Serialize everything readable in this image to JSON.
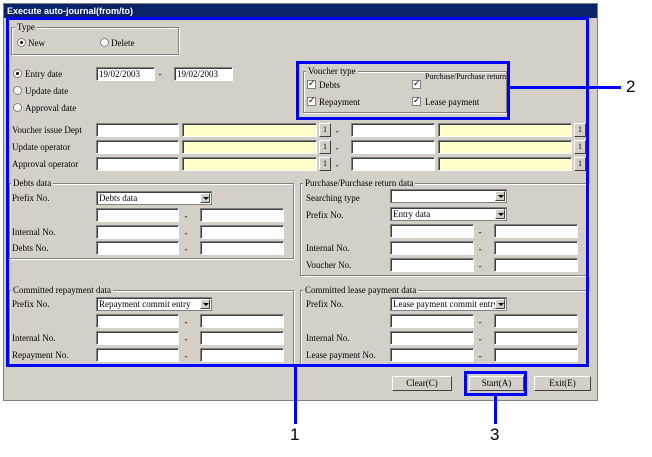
{
  "window": {
    "title": "Execute auto-journal(from/to)"
  },
  "type_group": {
    "label": "Type",
    "new_label": "New",
    "delete_label": "Delete"
  },
  "date_options": {
    "entry": "Entry date",
    "update": "Update date",
    "approval": "Approval date"
  },
  "date_range": {
    "from": "19/02/2003",
    "to": "19/02/2003",
    "separator": "-"
  },
  "voucher_type": {
    "label": "Voucher type",
    "debts": "Debts",
    "purchase_return": "Purchase/Purchase return",
    "repayment": "Repayment",
    "lease_payment": "Lease payment"
  },
  "rows": {
    "voucher_issue_dept": "Voucher issue Dept",
    "update_operator": "Update operator",
    "approval_operator": "Approval operator",
    "lookup_button": "1",
    "separator": "-"
  },
  "debts_data": {
    "label": "Debts data",
    "prefix_label": "Prefix No.",
    "prefix_value": "Debts data",
    "internal_label": "Internal No.",
    "number_label": "Debts No."
  },
  "purchase_data": {
    "label": "Purchase/Purchase return data",
    "searching_label": "Searching type",
    "searching_value": "",
    "prefix_label": "Prefix No.",
    "prefix_value": "Entry data",
    "internal_label": "Internal No.",
    "number_label": "Voucher No."
  },
  "repayment_data": {
    "label": "Committed repayment data",
    "prefix_label": "Prefix No.",
    "prefix_value": "Repayment commit entry",
    "internal_label": "Internal No.",
    "number_label": "Repayment No."
  },
  "lease_data": {
    "label": "Committed lease payment data",
    "prefix_label": "Prefix No.",
    "prefix_value": "Lease payment commit entry",
    "internal_label": "Internal No.",
    "number_label": "Lease payment No."
  },
  "buttons": {
    "clear": "Clear(C)",
    "start": "Start(A)",
    "exit": "Exit(E)"
  },
  "callouts": {
    "one": "1",
    "two": "2",
    "three": "3"
  },
  "colors": {
    "callout": "#0000ff",
    "title_bar": "#0a246a",
    "window": "#d4d0c8",
    "highlight_field": "#ffffcc"
  }
}
